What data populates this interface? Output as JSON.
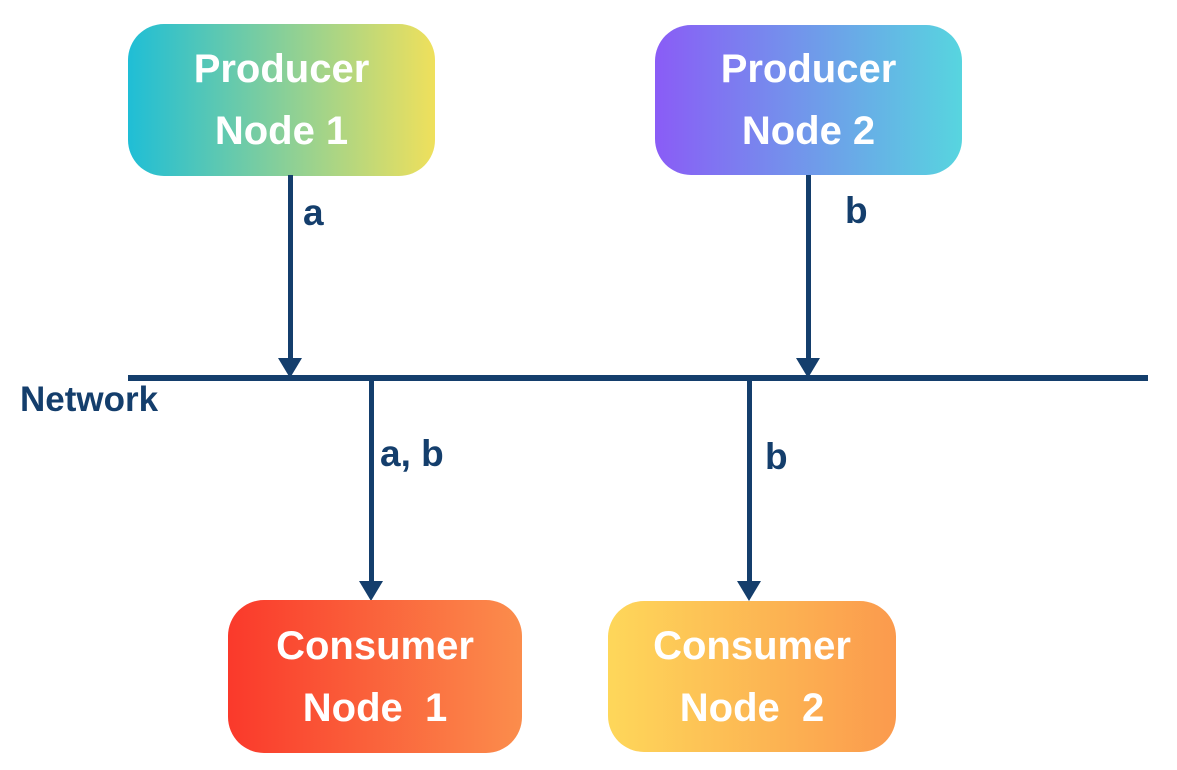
{
  "diagram": {
    "background_color": "#ffffff",
    "line_color": "#143e6c",
    "network_label": "Network",
    "nodes": [
      {
        "id": "producer-node-1",
        "line1": "Producer",
        "line2": "Node 1",
        "gradient_start": "#1fbed6",
        "gradient_end": "#efe05c"
      },
      {
        "id": "producer-node-2",
        "line1": "Producer",
        "line2": "Node 2",
        "gradient_start": "#8a5cf6",
        "gradient_end": "#57d5df"
      },
      {
        "id": "consumer-node-1",
        "line1": "Consumer",
        "line2": "Node  1",
        "gradient_start": "#fa392b",
        "gradient_end": "#fb8d4c"
      },
      {
        "id": "consumer-node-2",
        "line1": "Consumer",
        "line2": "Node  2",
        "gradient_start": "#fed75a",
        "gradient_end": "#fb9a4d"
      }
    ],
    "edge_labels": {
      "producer1_to_network": "a",
      "producer2_to_network": "b",
      "network_to_consumer1": "a, b",
      "network_to_consumer2": "b"
    }
  }
}
